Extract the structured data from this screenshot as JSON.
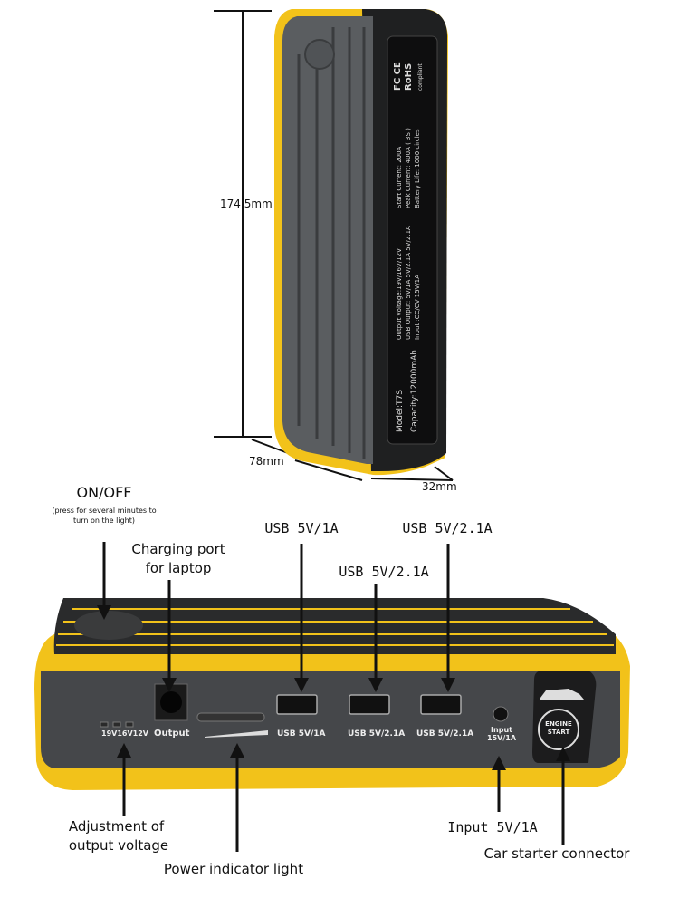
{
  "dimensions": {
    "height": "174.5mm",
    "width": "78mm",
    "depth": "32mm"
  },
  "device_label": {
    "model": "Model:T7S",
    "capacity": "Capacity:12000mAh",
    "lines": [
      "Output voltage:19V/16V/12V",
      "USB Output: 5V/1A 5V/2.1A 5V/2.1A",
      "Input :CC/CV 15V/1A",
      "Start Current: 200A",
      "Peak Current: 400A ( 3S )",
      "Battery Life: 1000 circles"
    ],
    "certs": [
      "FC",
      "CE",
      "RoHS",
      "compliant"
    ]
  },
  "panel_labels": {
    "voltages": "19V16V12V",
    "output": "Output",
    "usb1": "USB 5V/1A",
    "usb2": "USB 5V/2.1A",
    "usb3": "USB 5V/2.1A",
    "input_line1": "Input",
    "input_line2": "15V/1A",
    "engine_line1": "ENGINE",
    "engine_line2": "START"
  },
  "callouts": {
    "on_off": "ON/OFF",
    "on_off_note_1": "(press for several minutes to",
    "on_off_note_2": "turn on the light)",
    "charging_port_1": "Charging port",
    "charging_port_2": "for laptop",
    "usb_1a": "USB 5V/1A",
    "usb_21a_mid": "USB 5V/2.1A",
    "usb_21a_right": "USB 5V/2.1A",
    "adjust_1": "Adjustment of",
    "adjust_2": "output voltage",
    "power_indicator": "Power indicator light",
    "input": "Input 5V/1A",
    "car_starter": "Car starter connector"
  },
  "colors": {
    "yellow": "#f2c21a",
    "body": "#5a5d60",
    "dark": "#232425"
  }
}
